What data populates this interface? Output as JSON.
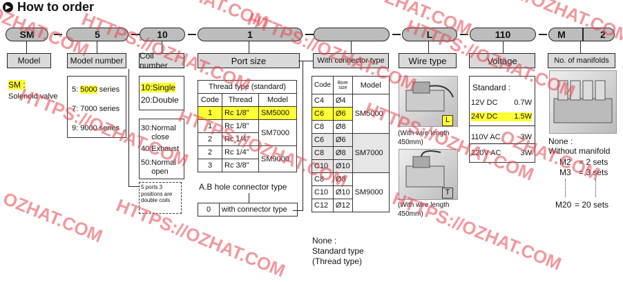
{
  "title": "How to order",
  "pills": [
    "SM",
    "5",
    "10",
    "1",
    "",
    "L",
    "110",
    "M",
    "2"
  ],
  "headers": {
    "model": "Model",
    "model_number": "Model number",
    "coil_number": "Coil number",
    "port_size": "Port size",
    "with_connector": "With connector type",
    "wire_type": "Wire type",
    "voltage": "Voltage",
    "manifolds": "No. of manifolds"
  },
  "model": {
    "code": "SM :",
    "name": "Solenoid valve"
  },
  "model_numbers": [
    {
      "code": "5:",
      "series": "5000",
      "suffix": " series"
    },
    {
      "code": "7:",
      "series": "7000 series",
      "suffix": ""
    },
    {
      "code": "9:",
      "series": "9000 series",
      "suffix": ""
    }
  ],
  "coil": {
    "single": "10:Single",
    "double": "20:Double",
    "normal_close_code": "30:",
    "normal_close": "Normal close",
    "exhaust": "40:Exhaust",
    "normal_open_code": "50:",
    "normal_open": "Normal open",
    "note": "5 ports 3 positions are double coils"
  },
  "port": {
    "table_title": "Thread type (standard)",
    "cols": [
      "Code",
      "Thread",
      "Model"
    ],
    "rows": [
      {
        "code": "1",
        "thread": "Rc 1/8\"",
        "model": "SM5000"
      },
      {
        "code": "1",
        "thread": "Rc 1/8\"",
        "model": "SM7000"
      },
      {
        "code": "2",
        "thread": "Rc 1/4\"",
        "model": ""
      },
      {
        "code": "2",
        "thread": "Rc 1/4\"",
        "model": "SM9000"
      },
      {
        "code": "3",
        "thread": "Rc 3/8\"",
        "model": ""
      }
    ],
    "ab_label": "A.B hole connector type",
    "conn_code": "0",
    "conn_text": "with connector type"
  },
  "connector": {
    "cols": [
      "Code",
      "Bore size",
      "Model"
    ],
    "rows": [
      [
        "C4",
        "Ø4"
      ],
      [
        "C6",
        "Ø6"
      ],
      [
        "C8",
        "Ø8"
      ],
      [
        "C6",
        "Ø6"
      ],
      [
        "C8",
        "Ø8"
      ],
      [
        "C10",
        "Ø10"
      ],
      [
        "C8",
        "Ø8"
      ],
      [
        "C10",
        "Ø10"
      ],
      [
        "C12",
        "Ø12"
      ]
    ],
    "models": [
      "SM5000",
      "SM7000",
      "SM9000"
    ],
    "none_label": "None :",
    "std": "Standard type",
    "thread": "(Thread type)"
  },
  "wire": {
    "l_code": "L",
    "t_code": "T",
    "caption1": "(With wire length",
    "caption2": "450mm)"
  },
  "voltage": {
    "standard": "Standard :",
    "rows": [
      {
        "v": "12V DC",
        "w": "0.7W"
      },
      {
        "v": "24V DC",
        "w": "1.5W"
      },
      {
        "v": "110V AC",
        "w": "3W"
      },
      {
        "v": "220V AC",
        "w": "3W"
      }
    ]
  },
  "manifold": {
    "none": "None :",
    "without": "Without manifold",
    "m2": "M2",
    "m2v": "= 2 sets",
    "m3": "M3",
    "m3v": "= 3 sets",
    "m20": "M20",
    "m20v": "= 20 sets"
  },
  "watermark": "HTTPS://OZHAT.COM",
  "watermark2": "OZHAT.COM"
}
